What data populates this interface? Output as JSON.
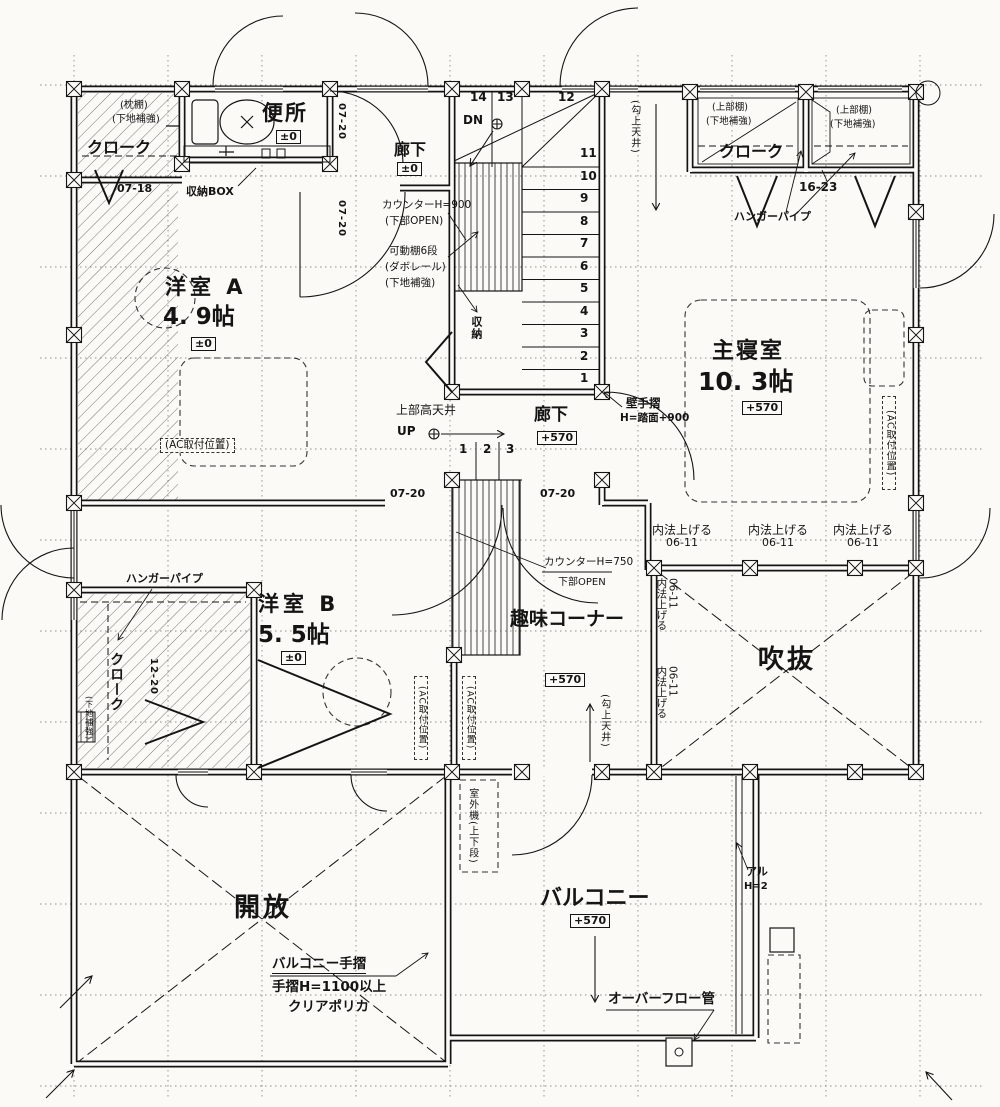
{
  "plan": {
    "rooms": {
      "toilet": {
        "name": "便所",
        "level": "±0"
      },
      "hall_upper": {
        "name": "廊下",
        "level": "±0"
      },
      "hall_mid": {
        "name": "廊下",
        "level": "+570"
      },
      "western_a": {
        "name": "洋室 A",
        "size": "4. 9帖",
        "level": "±0"
      },
      "western_b": {
        "name": "洋室 B",
        "size": "5. 5帖",
        "level": "±0"
      },
      "master_bedroom": {
        "name": "主寝室",
        "size": "10. 3帖",
        "level": "+570"
      },
      "hobby_corner": {
        "name": "趣味コーナー",
        "level": "+570"
      },
      "void": {
        "name": "吹抜"
      },
      "open_area": {
        "name": "開放"
      },
      "balcony": {
        "name": "バルコニー",
        "level": "+570"
      },
      "closet_tl": {
        "name": "クローク",
        "code": "07-18"
      },
      "closet_tr": {
        "name": "クローク",
        "code": "16-23"
      },
      "closet_bl": {
        "name": "クローク",
        "code": "12-20"
      }
    },
    "stairs": {
      "dn": "DN",
      "up": "UP",
      "high_ceiling": "上部高天井",
      "top_steps": [
        "14",
        "13",
        "12"
      ],
      "side_steps": [
        "11",
        "10",
        "9",
        "8",
        "7",
        "6",
        "5",
        "4",
        "3",
        "2",
        "1"
      ],
      "bottom_steps": [
        "1",
        "2",
        "3"
      ],
      "storage": "収納"
    },
    "notes": {
      "makura_shelf": "(枕棚)",
      "shitaji": "(下地補強)",
      "storage_box": "収納BOX",
      "upper_shelf": "(上部棚)",
      "hanger_pipe": "ハンガーパイプ",
      "counter_900": "カウンターH=900",
      "lower_open_p": "(下部OPEN)",
      "movable_shelf": "可動棚6段",
      "dabo_rail": "(ダボレール)",
      "wall_rail": "壁手摺",
      "wall_rail_h": "H=踏面+900",
      "counter_750": "カウンターH=750",
      "lower_open": "下部OPEN",
      "ac_position": "(AC取付位置)",
      "uchinori": "内法上げる",
      "uchinori_code": "06-11",
      "slope_ceiling": "(勾上天井)",
      "code_0720": "07-20",
      "outdoor_unit": "室外機(上下段)",
      "balcony_rail": "バルコニー手摺",
      "rail_spec": "手摺H=1100以上",
      "rail_material": "クリアポリカ",
      "overflow": "オーバーフロー管",
      "alumi": "アル",
      "alumi_h": "H=2"
    }
  }
}
